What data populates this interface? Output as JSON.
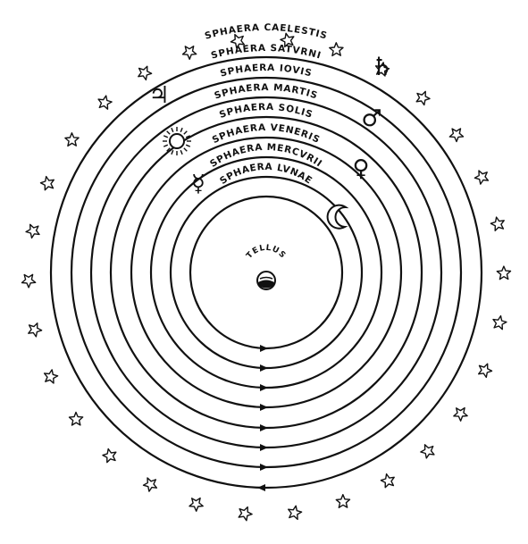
{
  "center_label": "TELLUS",
  "spheres": [
    {
      "name": "SPHAERA LVNAE",
      "body": "moon-symbol"
    },
    {
      "name": "SPHAERA MERCVRII",
      "body": "mercury-symbol"
    },
    {
      "name": "SPHAERA VENERIS",
      "body": "venus-symbol"
    },
    {
      "name": "SPHAERA SOLIS",
      "body": "sun-symbol"
    },
    {
      "name": "SPHAERA MARTIS",
      "body": "mars-symbol"
    },
    {
      "name": "SPHAERA IOVIS",
      "body": "jupiter-symbol"
    },
    {
      "name": "SPHAERA SATVRNI",
      "body": "saturn-symbol"
    },
    {
      "name": "SPHAERA CAELESTIS",
      "body": "star-icon"
    }
  ],
  "symbols": {
    "mercury": "☿",
    "venus": "♀",
    "mars": "♂",
    "jupiter": "♃",
    "saturn": "♄"
  }
}
